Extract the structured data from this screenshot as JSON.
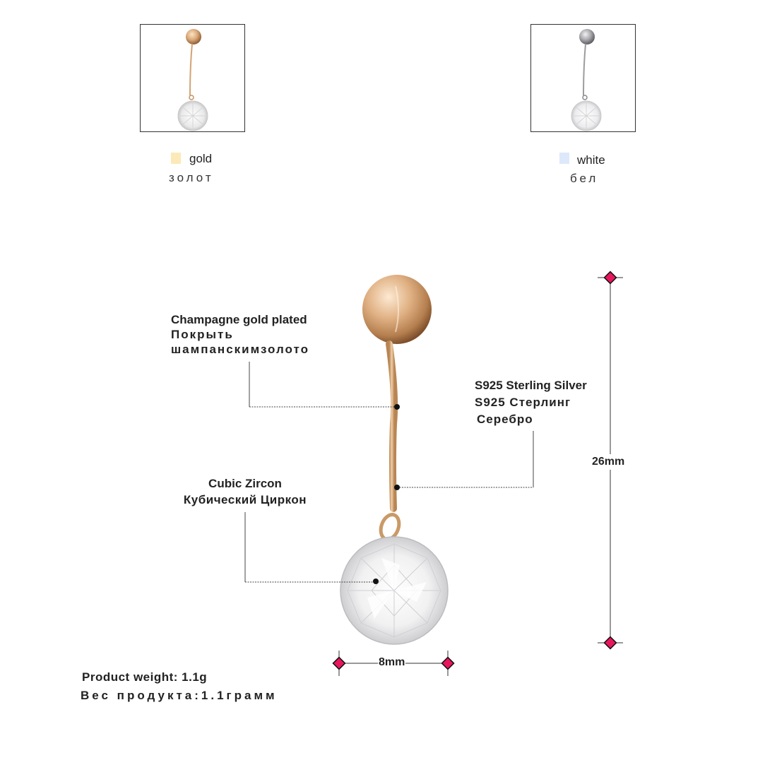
{
  "variants": [
    {
      "label": "gold",
      "label_ru": "золот",
      "swatch_color": "#fbeab8",
      "metal_color": "#d9a878"
    },
    {
      "label": "white",
      "label_ru": "бел",
      "swatch_color": "#dde8fb",
      "metal_color": "#a8a8ac"
    }
  ],
  "callouts": {
    "plating": {
      "en": "Champagne gold plated",
      "ru_line1": "Покрыть",
      "ru_line2": "шампанскимзолото"
    },
    "material": {
      "en": "S925 Sterling Silver",
      "ru_line1": "S925 Стерлинг",
      "ru_line2": "Серебро"
    },
    "stone": {
      "en": "Cubic Zircon",
      "ru": "Кубический Циркон"
    }
  },
  "dimensions": {
    "length": "26mm",
    "stone_width": "8mm",
    "marker_color": "#e8175d"
  },
  "weight": {
    "en": "Product weight: 1.1g",
    "ru": "Вес продукта:1.1грамм"
  }
}
